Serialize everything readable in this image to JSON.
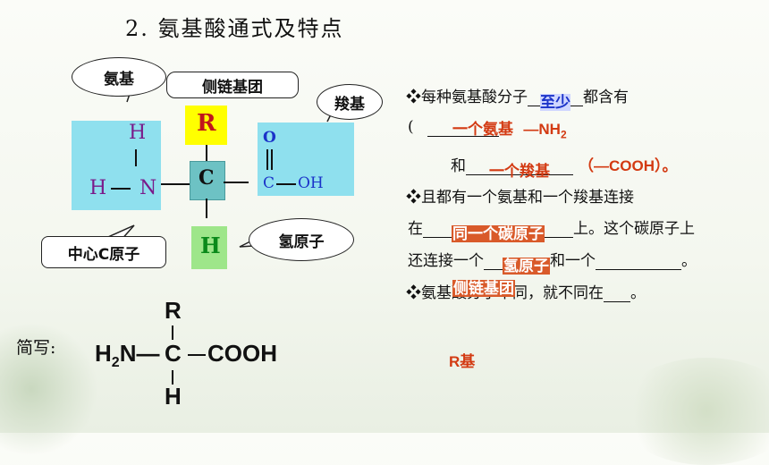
{
  "title": "2. 氨基酸通式及特点",
  "diagram": {
    "label_amino": "氨基",
    "label_side_chain": "侧链基团",
    "label_carboxyl": "羧基",
    "label_central_c": "中心C原子",
    "label_hydrogen": "氢原子",
    "atom_R": "R",
    "atom_C": "C",
    "atom_H_bottom": "H",
    "amino_H_top": "H",
    "amino_H_left": "H",
    "amino_N": "N",
    "carboxyl_O": "O",
    "carboxyl_C": "C",
    "carboxyl_OH": "OH"
  },
  "shorthand": {
    "label": "简写:",
    "R": "R",
    "H2N": "H2N",
    "C": "C",
    "COOH": "COOH",
    "H": "H"
  },
  "text_lines": {
    "l1_prefix": "每种氨基酸分子",
    "l1_answer": "至少",
    "l1_suffix": "都含有",
    "l2_open": "(",
    "l2_answer": "一个氨基",
    "l2_nh2": "—NH",
    "l2_sub": "2",
    "l3_and": "和",
    "l3_answer": "一个羧基",
    "l3_cooh": "（—COOH）。",
    "l4": "且都有一个氨基和一个羧基连接",
    "l5_prefix": "在",
    "l5_answer": "同一个碳原子",
    "l5_suffix": "上。这个碳原子上",
    "l6_prefix": "还连接一个",
    "l6_answer": "氢原子",
    "l6_mid": "和一个",
    "l6_end": "。",
    "l7_prefix": "氨基酸分子不同，就不同在",
    "l7_answer": "侧链基团",
    "l7_end": "。",
    "r_answer": "R基"
  }
}
